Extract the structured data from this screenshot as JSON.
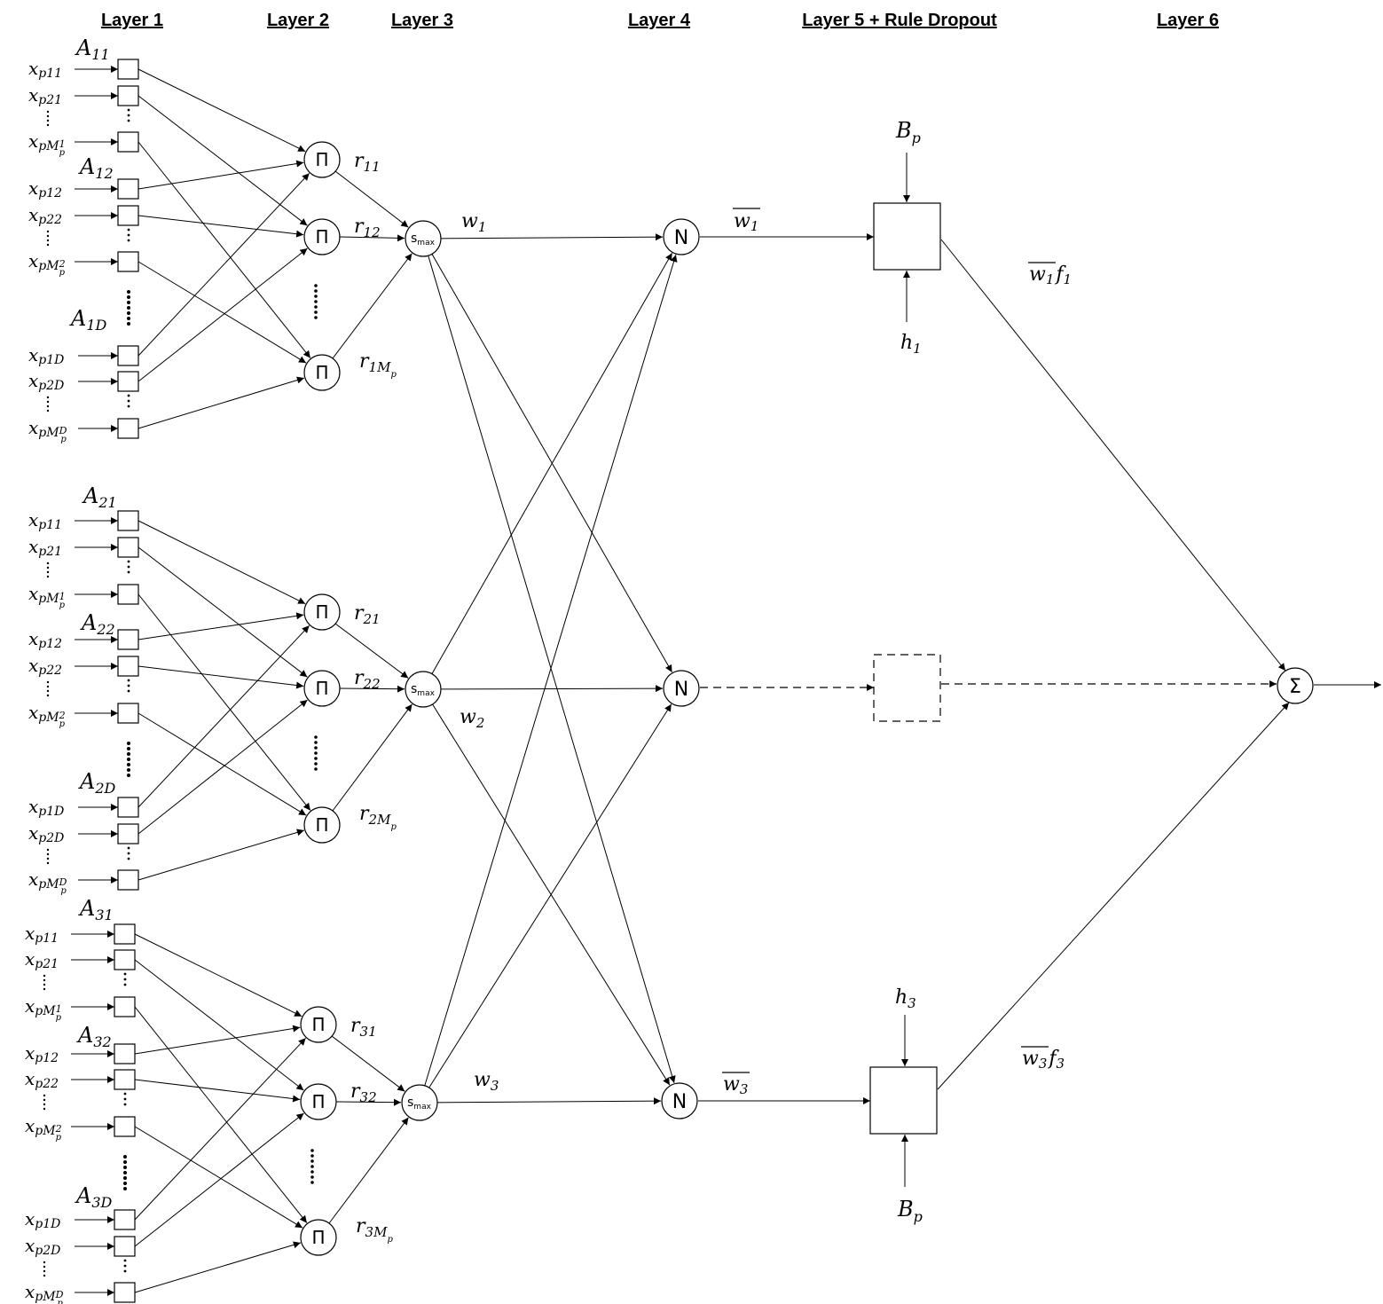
{
  "headers": {
    "layer1": "Layer 1",
    "layer2": "Layer 2",
    "layer3": "Layer 3",
    "layer4": "Layer 4",
    "layer5": "Layer 5 + Rule Dropout",
    "layer6": "Layer 6"
  },
  "symbols": {
    "product": "Π",
    "smax_main": "s",
    "smax_sub": "max",
    "norm": "N",
    "sum": "Σ"
  },
  "input_labels": {
    "x11": "x",
    "x11_sub": "p11",
    "x21": "x",
    "x21_sub": "p21",
    "xM1": "x",
    "xM1_sub": "pM",
    "xM1_subsub": "1",
    "xM1_p": "p",
    "x12": "x",
    "x12_sub": "p12",
    "x22": "x",
    "x22_sub": "p22",
    "xM2": "x",
    "xM2_sub": "pM",
    "xM2_subsub": "2",
    "xM2_p": "p",
    "x1D": "x",
    "x1D_sub": "p1D",
    "x2D": "x",
    "x2D_sub": "p2D",
    "xMD": "x",
    "xMD_sub": "pM",
    "xMD_subsub": "D",
    "xMD_p": "p"
  },
  "groups": [
    {
      "A1": "A",
      "A1_sub": "11",
      "A2": "A",
      "A2_sub": "12",
      "AD": "A",
      "AD_sub": "1D",
      "r1": "r",
      "r1_sub": "11",
      "r2": "r",
      "r2_sub": "12",
      "rM": "r",
      "rM_sub": "1M",
      "rM_p": "p",
      "w": "w",
      "w_sub": "1"
    },
    {
      "A1": "A",
      "A1_sub": "21",
      "A2": "A",
      "A2_sub": "22",
      "AD": "A",
      "AD_sub": "2D",
      "r1": "r",
      "r1_sub": "21",
      "r2": "r",
      "r2_sub": "22",
      "rM": "r",
      "rM_sub": "2M",
      "rM_p": "p",
      "w": "w",
      "w_sub": "2"
    },
    {
      "A1": "A",
      "A1_sub": "31",
      "A2": "A",
      "A2_sub": "32",
      "AD": "A",
      "AD_sub": "3D",
      "r1": "r",
      "r1_sub": "31",
      "r2": "r",
      "r2_sub": "32",
      "rM": "r",
      "rM_sub": "3M",
      "rM_p": "p",
      "w": "w",
      "w_sub": "3"
    }
  ],
  "norm_outputs": {
    "wbar1": "w",
    "wbar1_sub": "1",
    "wbar3": "w",
    "wbar3_sub": "3"
  },
  "layer5": {
    "Bp_top": "B",
    "Bp_top_sub": "p",
    "h1": "h",
    "h1_sub": "1",
    "h3": "h",
    "h3_sub": "3",
    "Bp_bottom": "B",
    "Bp_bottom_sub": "p"
  },
  "outputs": {
    "o1_w": "w",
    "o1_wsub": "1",
    "o1_f": "f",
    "o1_fsub": "1",
    "o3_w": "w",
    "o3_wsub": "3",
    "o3_f": "f",
    "o3_fsub": "3"
  }
}
